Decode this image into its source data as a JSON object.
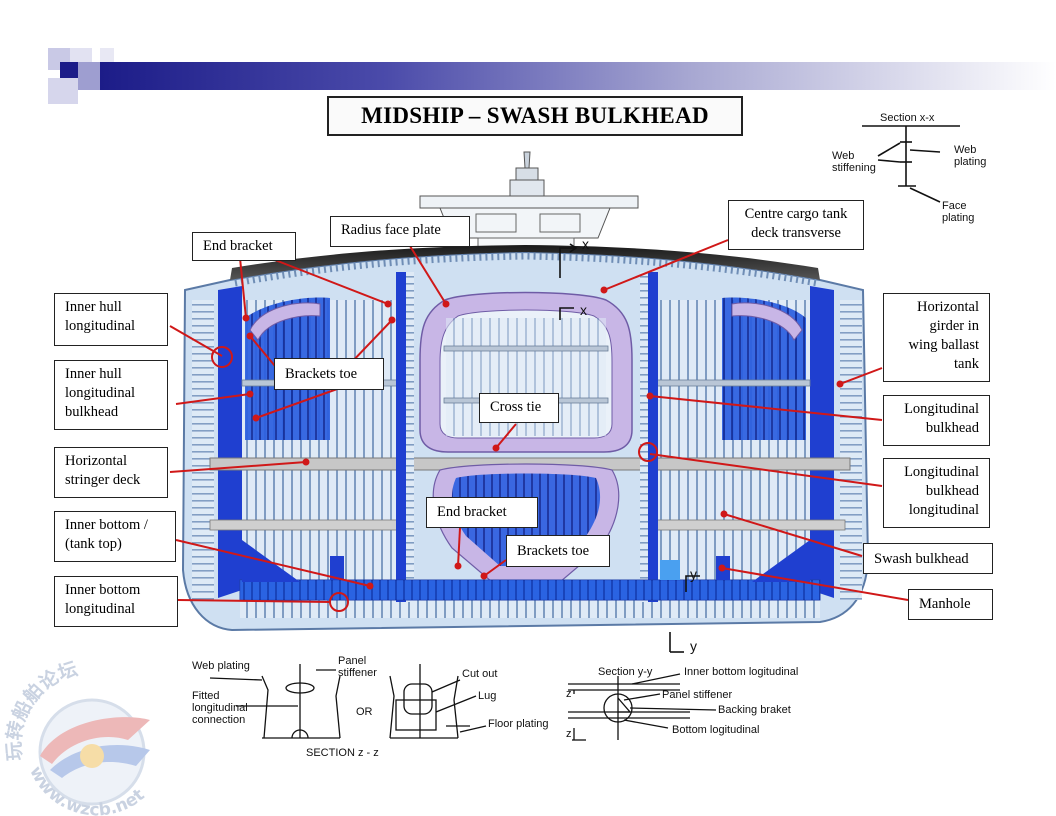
{
  "slide": {
    "title": "MIDSHIP – SWASH BULKHEAD",
    "colors": {
      "banner_dark": "#1c1c88",
      "hull_light": "#cfe0f2",
      "bulkhead_blue": "#1f3fd0",
      "leader_red": "#d01818",
      "girder_purple": "#c8b6e6"
    }
  },
  "labels": {
    "end_bracket_top": "End bracket",
    "radius_face_plate": "Radius face plate",
    "centre_cargo_tank": "Centre cargo tank\ndeck transverse",
    "inner_hull_long": "Inner hull\nlongitudinal",
    "inner_hull_long_bhd": "Inner hull\nlongitudinal\nbulkhead",
    "brackets_toe_left": "Brackets toe",
    "cross_tie": "Cross tie",
    "horizontal_stringer_deck": "Horizontal\nstringer deck",
    "end_bracket_mid": "End bracket",
    "inner_bottom_tank_top": "Inner bottom /\n(tank top)",
    "brackets_toe_mid": "Brackets toe",
    "inner_bottom_long": "Inner bottom\nlongitudinal",
    "horizontal_girder": "Horizontal\ngirder in\nwing ballast\ntank",
    "longitudinal_bulkhead": "Longitudinal\nbulkhead",
    "long_bhd_longitudinal": "Longitudinal\nbulkhead\nlongitudinal",
    "swash_bulkhead": "Swash bulkhead",
    "manhole": "Manhole"
  },
  "axes": {
    "x_upper": "x",
    "x_lower": "x",
    "y_upper": "y",
    "y_lower": "y"
  },
  "section_xx": {
    "title": "Section x-x",
    "web_stiffening": "Web\nstiffening",
    "web_plating": "Web\nplating",
    "face_plating": "Face\nplating"
  },
  "section_zz": {
    "web_plating": "Web plating",
    "fitted_connection": "Fitted\nlongitudinal\nconnection",
    "panel_stiffener": "Panel\nstiffener",
    "or": "OR",
    "cut_out": "Cut out",
    "lug": "Lug",
    "floor_plating": "Floor plating",
    "caption": "SECTION  z - z"
  },
  "section_yy": {
    "title": "Section y-y",
    "inner_bottom_long": "Inner bottom logitudinal",
    "panel_stiffener": "Panel stiffener",
    "backing_bracket": "Backing braket",
    "bottom_long": "Bottom logitudinal",
    "z_top": "z",
    "z_bottom": "z"
  },
  "watermark": {
    "line1": "玩转船舶论坛",
    "line2": "www.wzcb.net"
  }
}
